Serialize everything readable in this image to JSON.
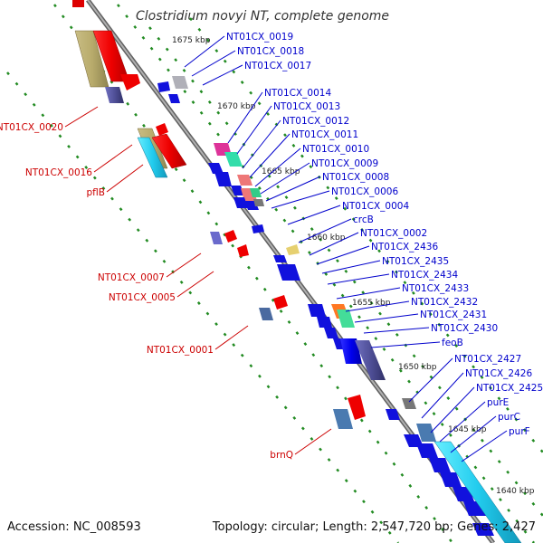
{
  "title": "Clostridium novyi NT, complete genome",
  "footer": {
    "accession": "Accession: NC_008593",
    "summary": "Topology: circular; Length: 2,547,720 bp; Genes: 2,427"
  },
  "scale_labels": [
    "1675 kbp",
    "1670 kbp",
    "1665 kbp",
    "1660 kbp",
    "1655 kbp",
    "1650 kbp",
    "1645 kbp",
    "1640 kbp"
  ],
  "labels_left": [
    "NT01CX_0020",
    "NT01CX_0016",
    "pflB",
    "NT01CX_0007",
    "NT01CX_0005",
    "NT01CX_0001",
    "brnQ"
  ],
  "labels_right": [
    "NT01CX_0019",
    "NT01CX_0018",
    "NT01CX_0017",
    "NT01CX_0014",
    "NT01CX_0013",
    "NT01CX_0012",
    "NT01CX_0011",
    "NT01CX_0010",
    "NT01CX_0009",
    "NT01CX_0008",
    "NT01CX_0006",
    "NT01CX_0004",
    "crcB",
    "NT01CX_0002",
    "NT01CX_2436",
    "NT01CX_2435",
    "NT01CX_2434",
    "NT01CX_2433",
    "NT01CX_2432",
    "NT01CX_2431",
    "NT01CX_2430",
    "feoB",
    "NT01CX_2427",
    "NT01CX_2426",
    "NT01CX_2425",
    "purE",
    "purC",
    "purF"
  ],
  "colors": {
    "forward_strand": "#ff0000",
    "reverse_strand": "#0000ee",
    "left_label": "#cc0000",
    "right_label": "#0000cc",
    "scale_dots": "#228b22",
    "axis": "#808080"
  }
}
